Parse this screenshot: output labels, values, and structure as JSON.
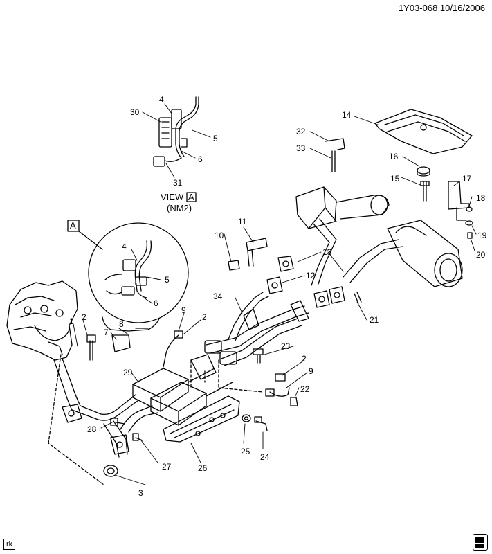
{
  "header": {
    "code": "1Y03-068  10/16/2006"
  },
  "view": {
    "prefix": "VIEW",
    "letter": "A",
    "code": "(NM2)"
  },
  "detail_tag": "A",
  "callouts": {
    "c1": "1",
    "c2a": "2",
    "c2b": "2",
    "c2c": "2",
    "c3": "3",
    "c4a": "4",
    "c4b": "4",
    "c5a": "5",
    "c5b": "5",
    "c6a": "6",
    "c6b": "6",
    "c7": "7",
    "c8": "8",
    "c9a": "9",
    "c9b": "9",
    "c10": "10",
    "c11": "11",
    "c12": "12",
    "c13": "13",
    "c14": "14",
    "c15": "15",
    "c16": "16",
    "c17": "17",
    "c18": "18",
    "c19": "19",
    "c20": "20",
    "c21": "21",
    "c22": "22",
    "c23": "23",
    "c24": "24",
    "c25": "25",
    "c26": "26",
    "c27": "27",
    "c28": "28",
    "c29": "29",
    "c30": "30",
    "c31": "31",
    "c32": "32",
    "c33": "33",
    "c34": "34"
  },
  "footer": {
    "tag": "rk",
    "logo_icon": "manual-book-icon"
  }
}
